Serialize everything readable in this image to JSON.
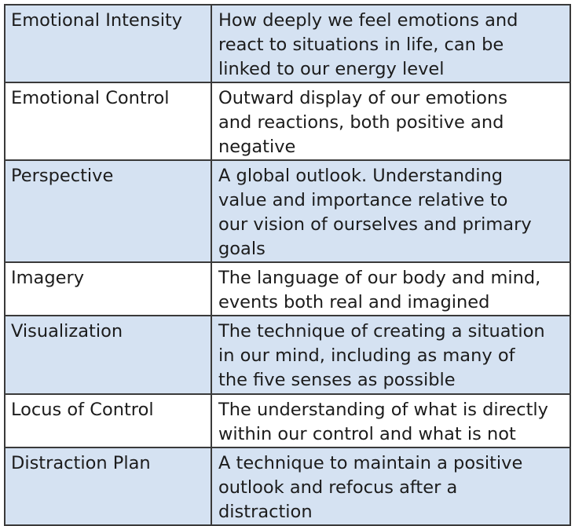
{
  "colors": {
    "shaded_row": "#d5e2f2",
    "plain_row": "#ffffff",
    "border": "#3a3a3a",
    "text": "#1c1c1c"
  },
  "rows": [
    {
      "term": "Emotional Intensity",
      "definition_lines": [
        "How deeply we feel emotions and",
        "react to situations in life, can be",
        "linked to our energy level"
      ]
    },
    {
      "term": "Emotional Control",
      "definition_lines": [
        "Outward display of our emotions",
        "and reactions, both positive and",
        "negative"
      ]
    },
    {
      "term": "Perspective",
      "definition_lines": [
        "A global outlook.  Understanding",
        "value and importance relative to",
        "our vision of ourselves and primary",
        "goals"
      ]
    },
    {
      "term": "Imagery",
      "definition_lines": [
        "The language of our body and mind,",
        "events both real and imagined"
      ]
    },
    {
      "term": "Visualization",
      "definition_lines": [
        "The technique of creating a situation",
        "in our mind, including as many of",
        "the five senses as possible"
      ]
    },
    {
      "term": "Locus of Control",
      "definition_lines": [
        "The understanding of what is directly",
        "within our control and what is not"
      ]
    },
    {
      "term": "Distraction Plan",
      "definition_lines": [
        "A technique to maintain a positive",
        "outlook and refocus after a",
        "distraction"
      ]
    }
  ]
}
